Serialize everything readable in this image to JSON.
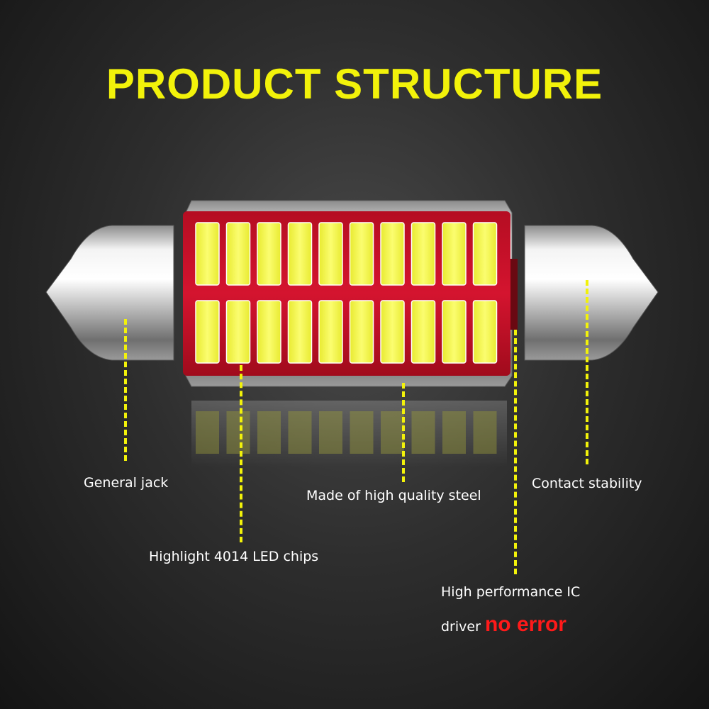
{
  "title": "PRODUCT STRUCTURE",
  "labels": {
    "general_jack": "General jack",
    "led_chips": "Highlight 4014 LED chips",
    "steel": "Made of high quality steel",
    "contact": "Contact stability",
    "ic_driver_line1": "High performance IC",
    "ic_driver_line2": "driver",
    "no_error": "no error"
  },
  "colors": {
    "title": "#f2f20a",
    "leader_lines": "#f2f20a",
    "pcb": "#c8102e",
    "led_chip": "#f6f84a",
    "warning": "#ff1a1a"
  }
}
